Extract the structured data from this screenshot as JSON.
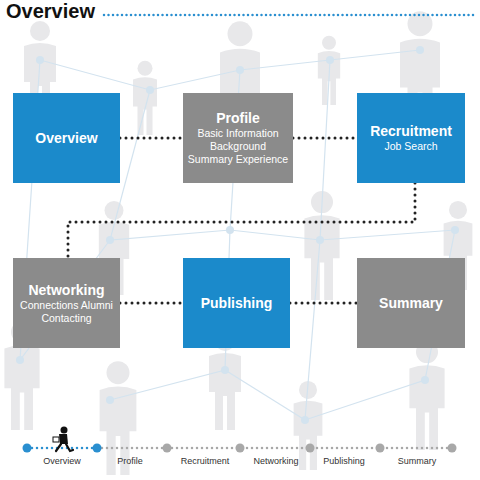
{
  "diagram": {
    "title": "Overview",
    "nodes": [
      {
        "text": [
          "Overview"
        ]
      },
      {
        "text": [
          "Profile",
          "Basic Information Background Summary Experience"
        ]
      },
      {
        "text": [
          "Recruitment",
          "Job Search"
        ]
      },
      {
        "text": [
          "Networking",
          "Connections Alumni Contacting"
        ]
      },
      {
        "text": [
          "Publishing"
        ]
      },
      {
        "text": [
          "Summary"
        ]
      }
    ],
    "edges": [
      {
        "from": 0,
        "to": 1,
        "arrow": "none"
      },
      {
        "from": 1,
        "to": 2,
        "arrow": "none"
      },
      {
        "from": 2,
        "to": 3,
        "arrow": "none"
      },
      {
        "from": 3,
        "to": 4,
        "arrow": "none"
      },
      {
        "from": 4,
        "to": 5,
        "arrow": "none"
      }
    ],
    "labels": [
      "Overview",
      "Profile",
      "Recruitment",
      "Networking",
      "Publishing",
      "Summary"
    ]
  }
}
